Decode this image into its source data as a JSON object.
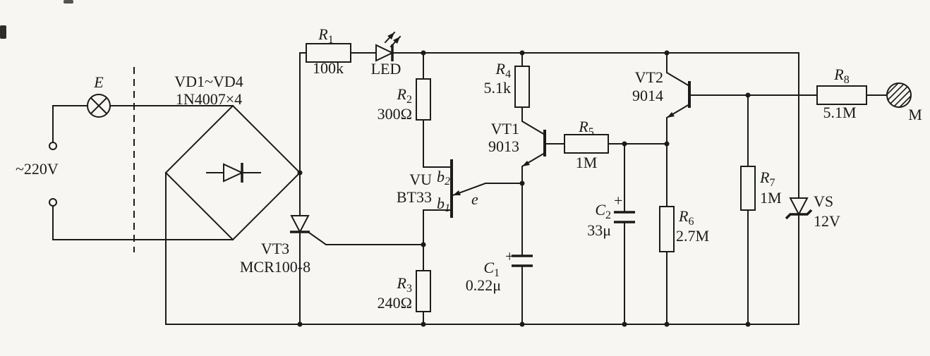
{
  "palette": {
    "paper": "#f7f6f2",
    "ink": "#1b1b1b"
  },
  "labels": {
    "lamp": "E",
    "mains": "~220V",
    "bridge_name": "VD1~VD4",
    "bridge_part": "1N4007×4",
    "led": "LED",
    "scr_name": "VT3",
    "scr_part": "MCR100-8",
    "touch_plate": "M"
  },
  "ujt": {
    "name": "VU",
    "part": "BT33",
    "b2": {
      "ref": "b",
      "sub": "2"
    },
    "b1": {
      "ref": "b",
      "sub": "1"
    },
    "e": "e"
  },
  "transistors": {
    "vt1": {
      "name": "VT1",
      "part": "9013"
    },
    "vt2": {
      "name": "VT2",
      "part": "9014"
    }
  },
  "zener": {
    "name": "VS",
    "value": "12V"
  },
  "resistors": {
    "r1": {
      "ref": "R",
      "sub": "1",
      "value": "100k"
    },
    "r2": {
      "ref": "R",
      "sub": "2",
      "value": "300Ω"
    },
    "r3": {
      "ref": "R",
      "sub": "3",
      "value": "240Ω"
    },
    "r4": {
      "ref": "R",
      "sub": "4",
      "value": "5.1k"
    },
    "r5": {
      "ref": "R",
      "sub": "5",
      "value": "1M"
    },
    "r6": {
      "ref": "R",
      "sub": "6",
      "value": "2.7M"
    },
    "r7": {
      "ref": "R",
      "sub": "7",
      "value": "1M"
    },
    "r8": {
      "ref": "R",
      "sub": "8",
      "value": "5.1M"
    }
  },
  "capacitors": {
    "c1": {
      "ref": "C",
      "sub": "1",
      "value": "0.22μ",
      "polarity": "+"
    },
    "c2": {
      "ref": "C",
      "sub": "2",
      "value": "33μ",
      "polarity": "+"
    }
  }
}
